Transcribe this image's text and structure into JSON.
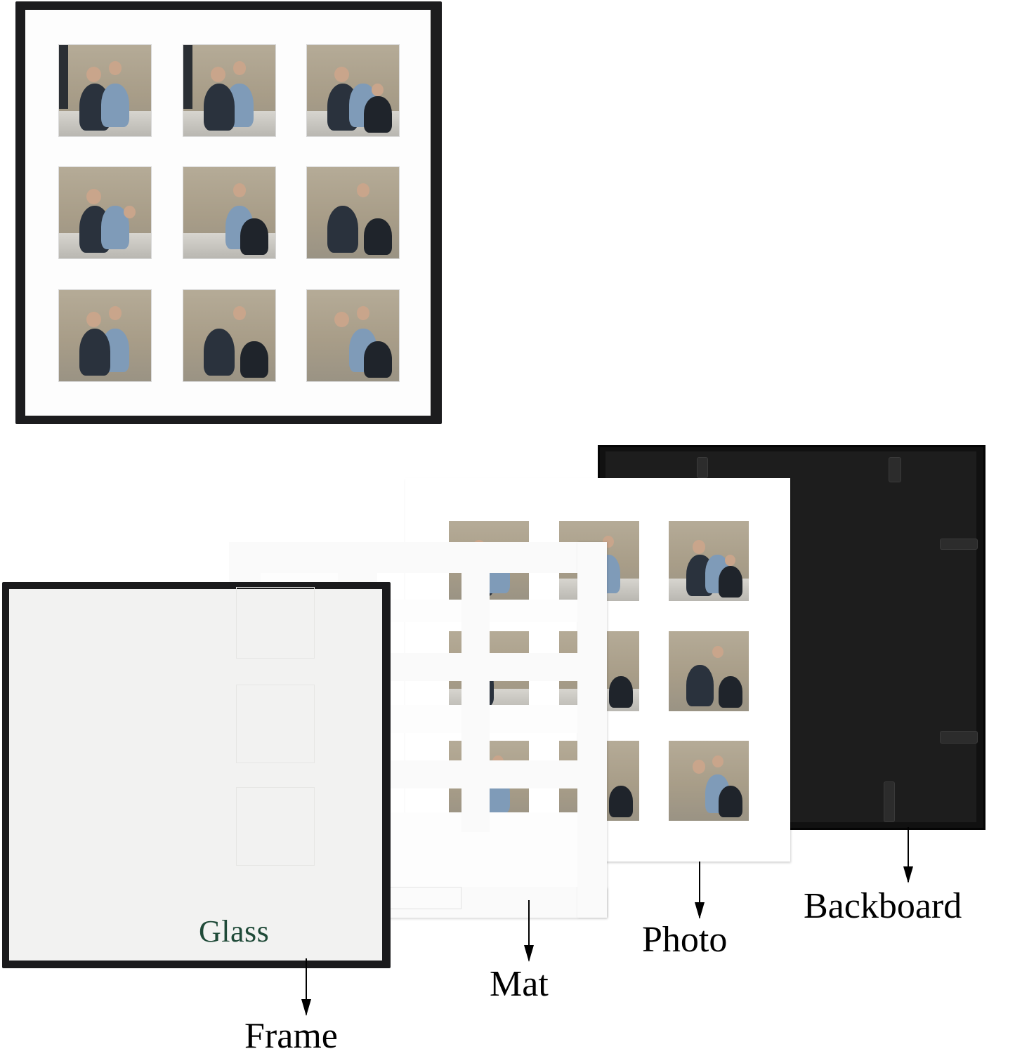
{
  "diagram": {
    "type": "exploded-view",
    "subject": "9-opening collage picture frame",
    "assembled_view": {
      "grid": {
        "rows": 3,
        "cols": 3
      },
      "openings": 9,
      "frame_color": "#1c1c1e",
      "mat_color": "#fdfdfd"
    },
    "layers": [
      {
        "id": "frame",
        "label": "Frame",
        "color": "#1a1a1c"
      },
      {
        "id": "glass",
        "label": "Glass",
        "color": "#f2f2f1",
        "text_color": "#1f4a38"
      },
      {
        "id": "mat",
        "label": "Mat",
        "color": "#fafafa"
      },
      {
        "id": "photo",
        "label": "Photo",
        "color": "#ffffff"
      },
      {
        "id": "backboard",
        "label": "Backboard",
        "color": "#111111"
      }
    ],
    "layer_order_front_to_back": [
      "Frame",
      "Glass",
      "Mat",
      "Photo",
      "Backboard"
    ]
  },
  "labels": {
    "glass": "Glass",
    "frame": "Frame",
    "mat": "Mat",
    "photo": "Photo",
    "backboard": "Backboard"
  }
}
